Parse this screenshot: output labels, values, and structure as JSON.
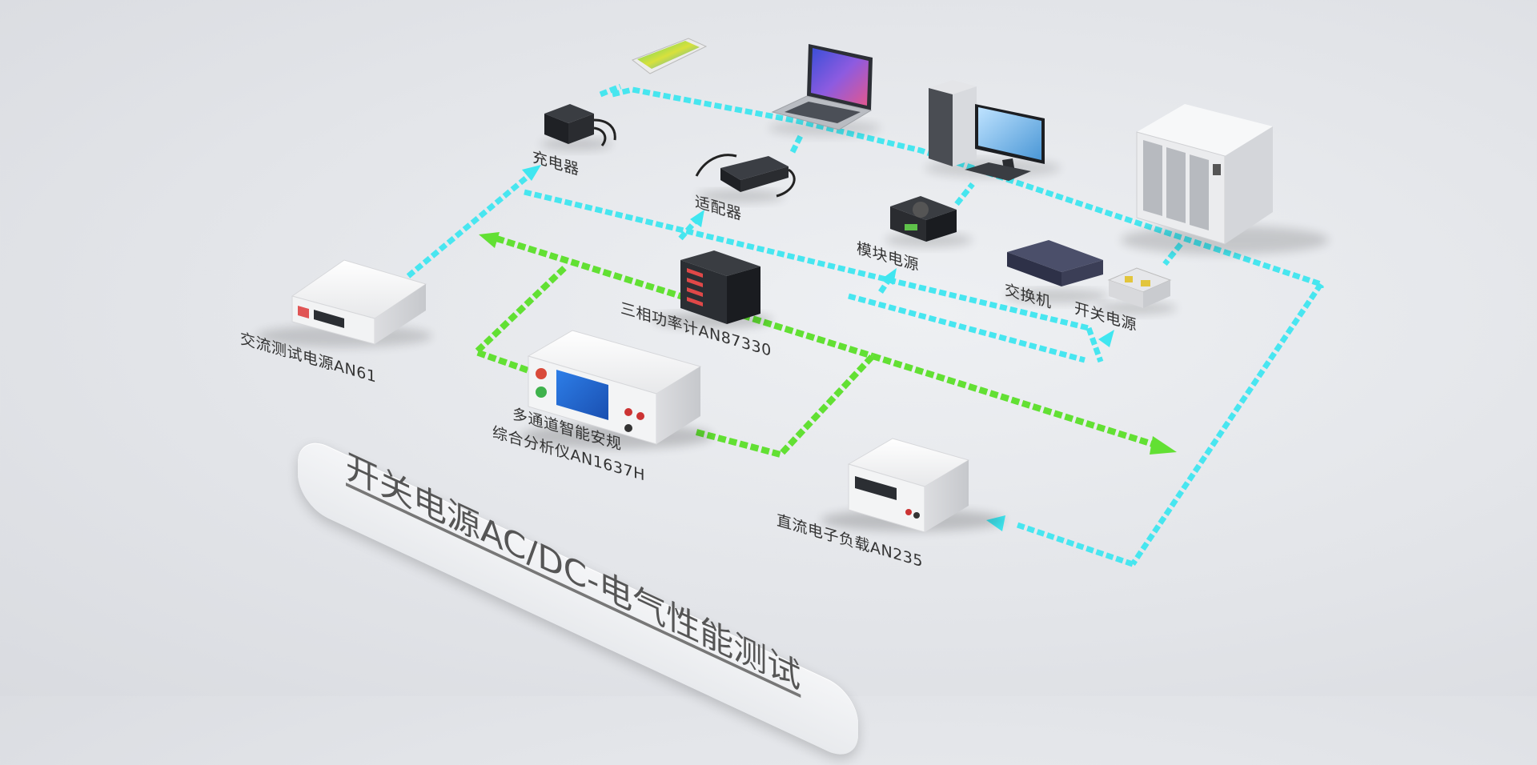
{
  "title": "开关电源AC/DC-电气性能测试",
  "devices": {
    "ac_source": "交流测试电源AN61",
    "charger": "充电器",
    "adapter": "适配器",
    "module_power": "模块电源",
    "power_meter": "三相功率计AN87330",
    "switch": "交换机",
    "switch_power": "开关电源",
    "safety_analyzer_line1": "多通道智能安规",
    "safety_analyzer_line2": "综合分析仪AN1637H",
    "dc_load": "直流电子负载AN235"
  },
  "colors": {
    "ac_line": "#3fe6f0",
    "measure_line": "#62e033",
    "device_body": "#f4f5f6",
    "device_dark": "#2b2e33"
  }
}
